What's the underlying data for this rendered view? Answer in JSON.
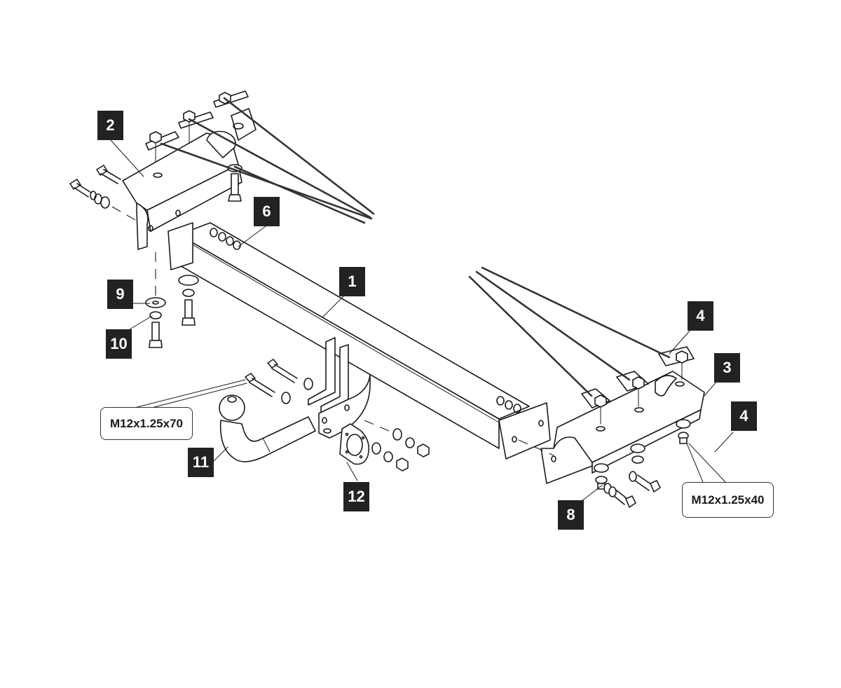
{
  "diagram": {
    "title": "Tow bar assembly exploded view",
    "callouts": [
      {
        "id": "c2",
        "label": "2"
      },
      {
        "id": "c6",
        "label": "6"
      },
      {
        "id": "c1",
        "label": "1"
      },
      {
        "id": "c9",
        "label": "9"
      },
      {
        "id": "c10",
        "label": "10"
      },
      {
        "id": "c4a",
        "label": "4"
      },
      {
        "id": "c3",
        "label": "3"
      },
      {
        "id": "c4b",
        "label": "4"
      },
      {
        "id": "c11",
        "label": "11"
      },
      {
        "id": "c12",
        "label": "12"
      },
      {
        "id": "c8",
        "label": "8"
      }
    ],
    "specs": [
      {
        "id": "s70",
        "label": "M12x1.25x70"
      },
      {
        "id": "s40",
        "label": "M12x1.25x40"
      }
    ],
    "colors": {
      "callout_bg": "#222222",
      "callout_text": "#ffffff",
      "line": "#1a1a1a",
      "background": "#ffffff"
    }
  }
}
